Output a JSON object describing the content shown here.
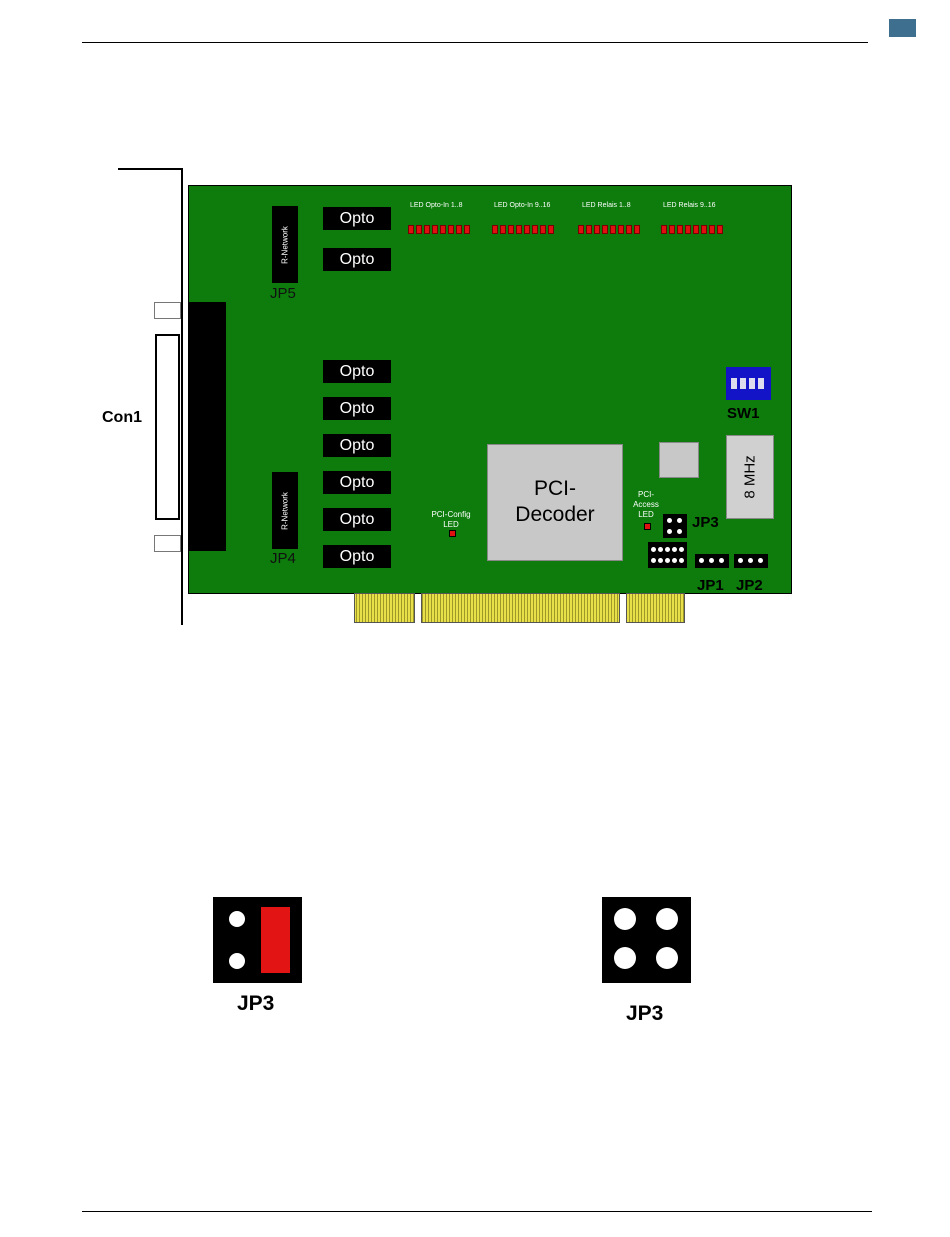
{
  "colors": {
    "pcb": "#0d7c0d",
    "led": "#e01010",
    "dip": "#1313c8",
    "jumper_cap": "#e31414",
    "corner_tab": "#3e6f8f"
  },
  "board": {
    "connector_label": "Con1",
    "opto_labels": [
      "Opto",
      "Opto",
      "Opto",
      "Opto",
      "Opto",
      "Opto",
      "Opto",
      "Opto"
    ],
    "rnet_label": "R-Network",
    "jp5_label": "JP5",
    "jp4_label": "JP4",
    "led_headers": [
      "LED Opto-In 1..8",
      "LED Opto-In 9..16",
      "LED Relais 1..8",
      "LED Relais 9..16"
    ],
    "decoder_line1": "PCI-",
    "decoder_line2": "Decoder",
    "pci_config_line1": "PCI-Config",
    "pci_config_line2": "LED",
    "pci_access_line1": "PCI-",
    "pci_access_line2": "Access",
    "pci_access_line3": "LED",
    "crystal_label": "8 MHz",
    "sw1_label": "SW1",
    "jp3_label": "JP3",
    "jp1_label": "JP1",
    "jp2_label": "JP2"
  },
  "jumper_views": {
    "left_label": "JP3",
    "right_label": "JP3"
  }
}
